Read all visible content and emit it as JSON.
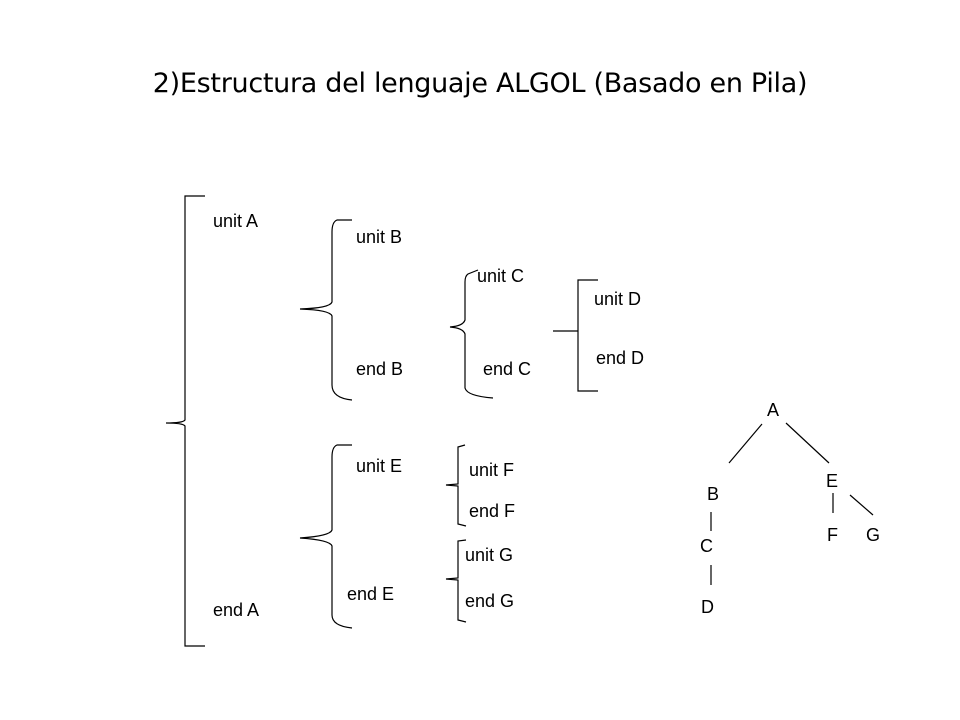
{
  "title": "2)Estructura del lenguaje ALGOL (Basado en Pila)",
  "blocks": {
    "unit_a": "unit A",
    "end_a": "end A",
    "unit_b": "unit B",
    "end_b": "end B",
    "unit_c": "unit C",
    "end_c": "end C",
    "unit_d": "unit D",
    "end_d": "end D",
    "unit_e": "unit E",
    "end_e": "end E",
    "unit_f": "unit F",
    "end_f": "end F",
    "unit_g": "unit G",
    "end_g": "end G"
  },
  "tree": {
    "a": "A",
    "b": "B",
    "c": "C",
    "d": "D",
    "e": "E",
    "f": "F",
    "g": "G"
  }
}
